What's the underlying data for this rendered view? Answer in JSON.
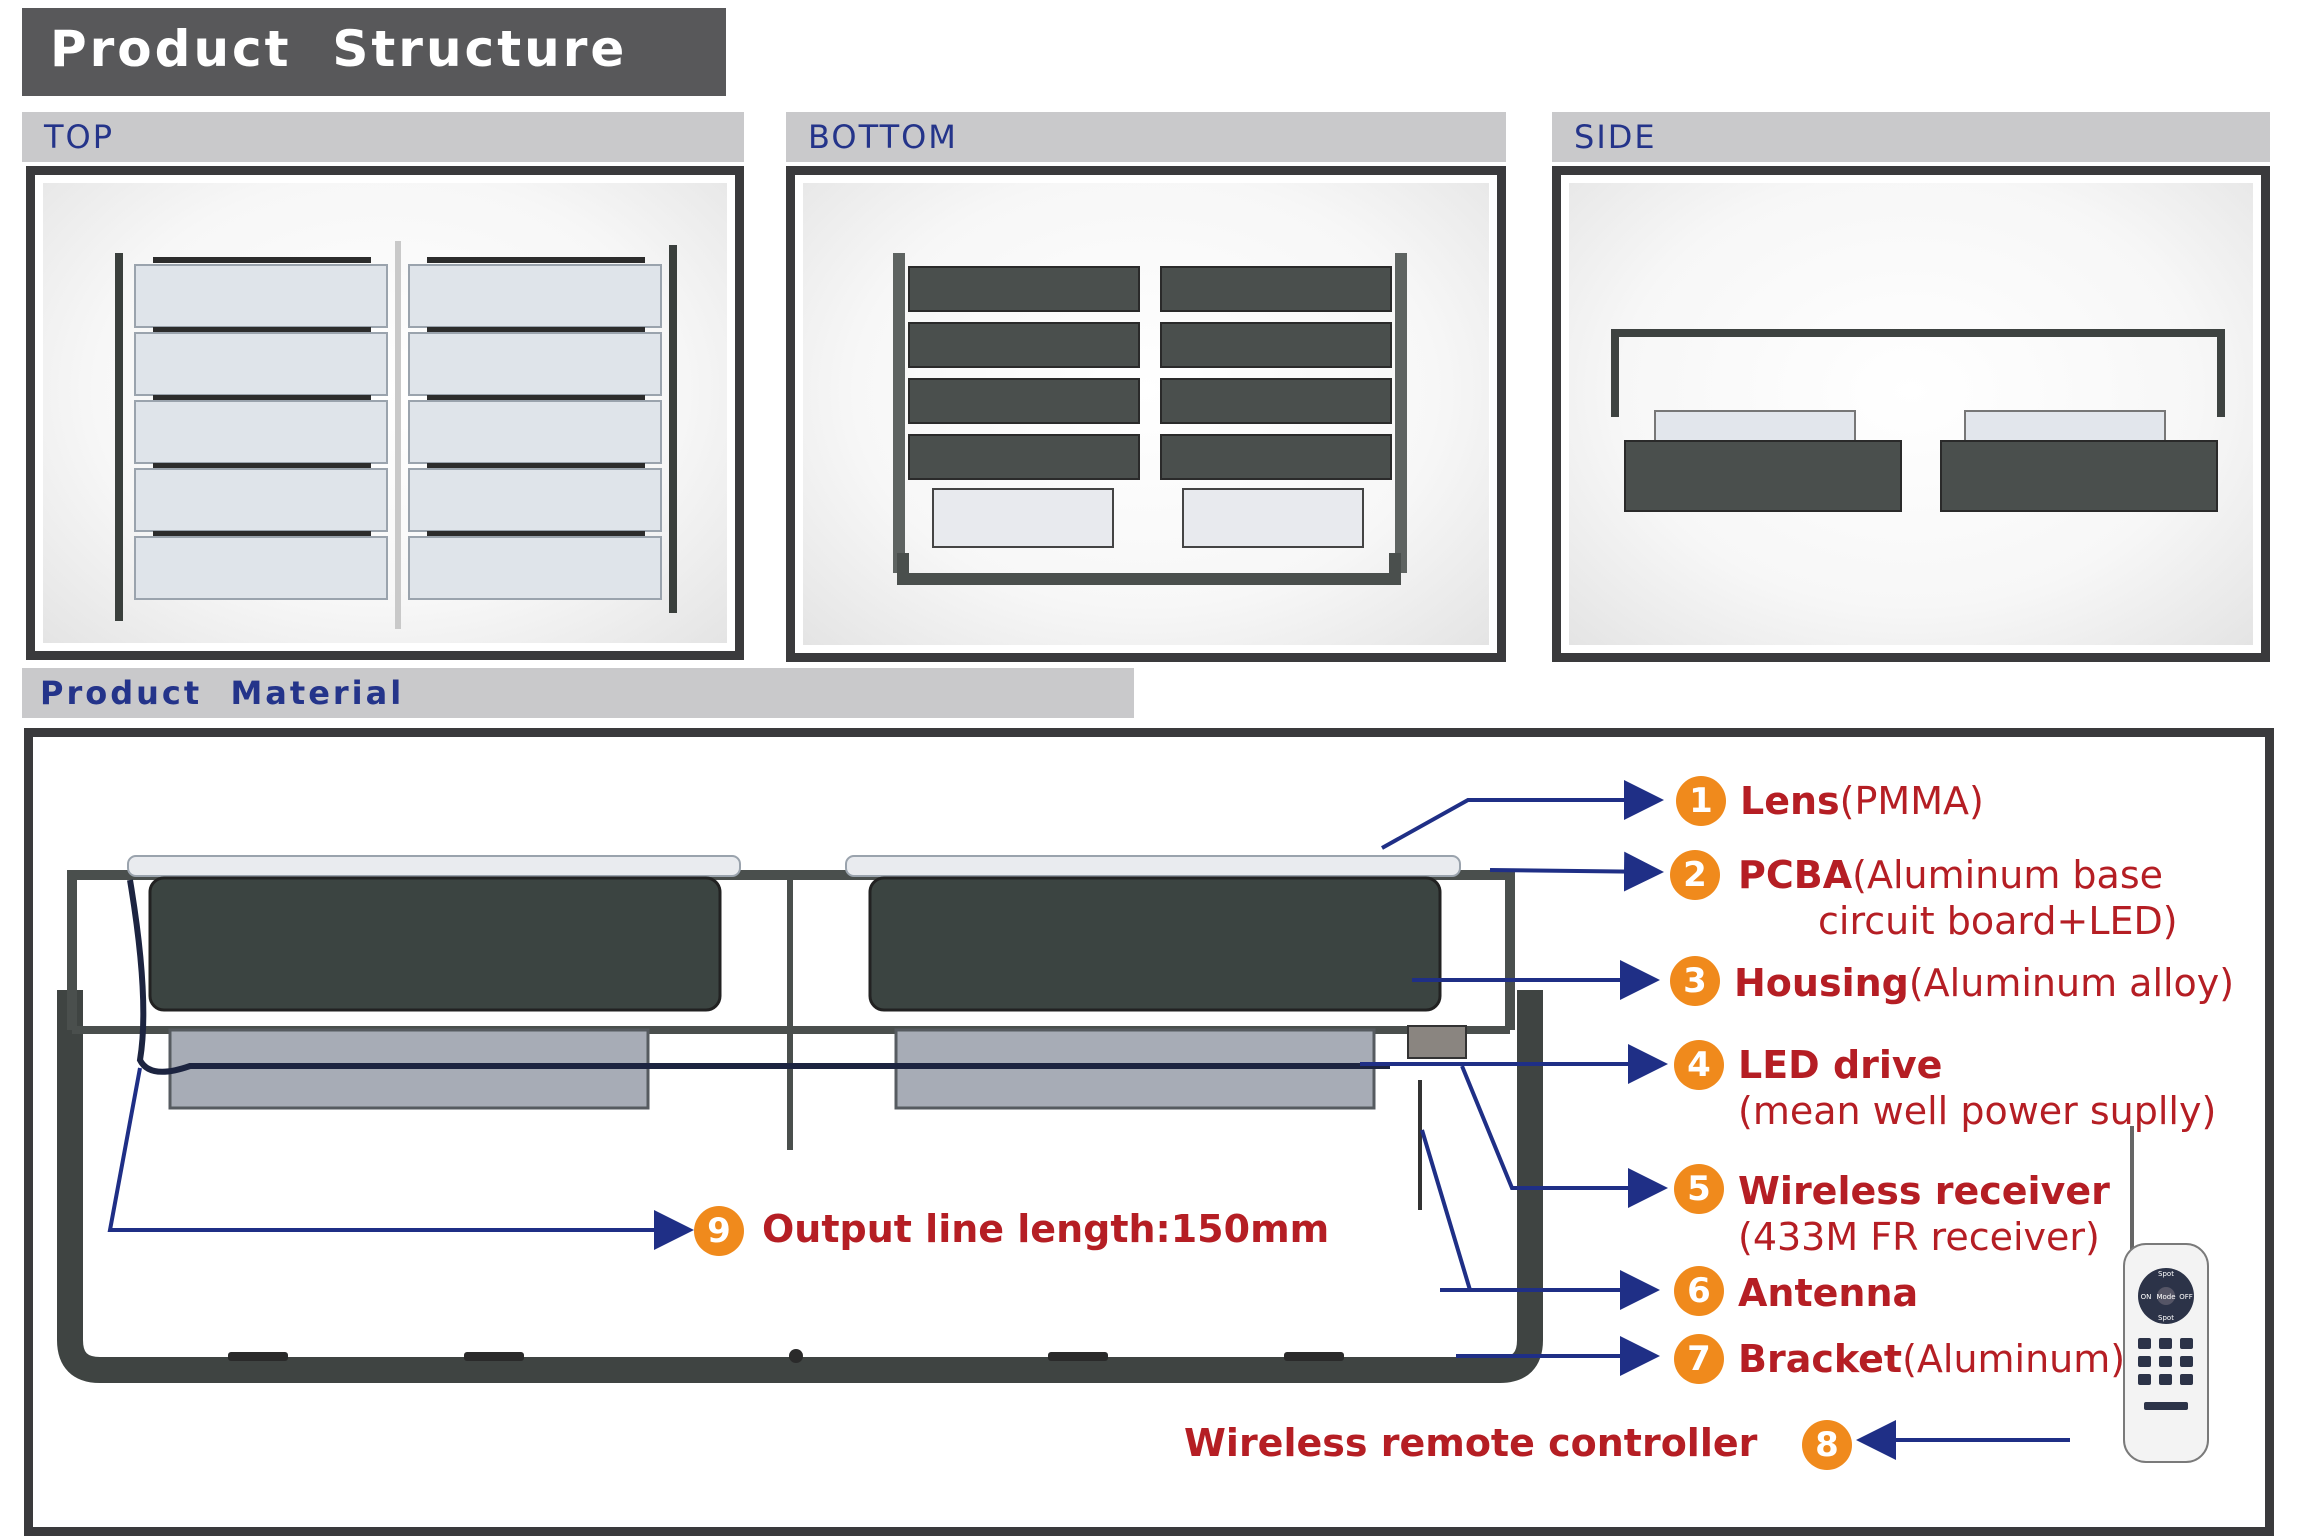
{
  "header": {
    "title": "Product  Structure"
  },
  "views": [
    {
      "label": "TOP"
    },
    {
      "label": "BOTTOM"
    },
    {
      "label": "SIDE"
    }
  ],
  "material": {
    "title": "Product  Material",
    "items": [
      {
        "num": "1",
        "name": "Lens",
        "detail": "(PMMA)",
        "detail2": ""
      },
      {
        "num": "2",
        "name": "PCBA",
        "detail": "(Aluminum base",
        "detail2": "circuit board+LED)"
      },
      {
        "num": "3",
        "name": "Housing",
        "detail": "(Aluminum alloy)",
        "detail2": ""
      },
      {
        "num": "4",
        "name": "LED drive",
        "detail": "",
        "detail2": "(mean well power suplly)"
      },
      {
        "num": "5",
        "name": "Wireless receiver",
        "detail": "",
        "detail2": "(433M FR receiver)"
      },
      {
        "num": "6",
        "name": "Antenna",
        "detail": "",
        "detail2": ""
      },
      {
        "num": "7",
        "name": "Bracket",
        "detail": "(Aluminum)",
        "detail2": ""
      },
      {
        "num": "8",
        "name": "Wireless remote controller",
        "detail": "",
        "detail2": ""
      },
      {
        "num": "9",
        "name": "Output line length:150mm",
        "detail": "",
        "detail2": ""
      }
    ]
  },
  "remote": {
    "buttons": [
      "Spot",
      "ON",
      "Mode",
      "OFF",
      "Spot"
    ]
  },
  "colors": {
    "accent_red": "#b51e24",
    "badge_orange": "#f08a1c",
    "label_navy": "#24348a",
    "arrow_navy": "#1f2f86",
    "header_gray": "#58585a",
    "section_gray": "#c9c9cb"
  }
}
